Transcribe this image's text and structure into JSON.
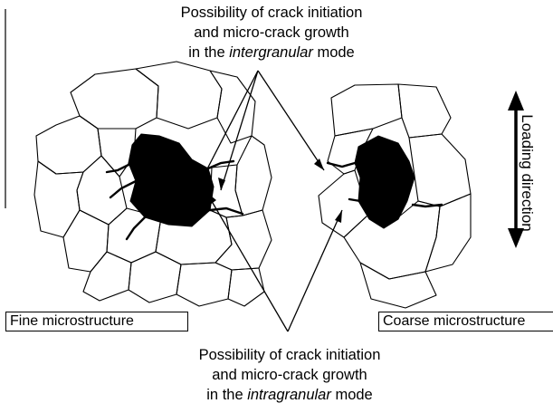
{
  "captions": {
    "intergranular": {
      "line1": "Possibility of crack initiation",
      "line2": "and micro-crack growth",
      "line3_prefix": "in the ",
      "line3_italic": "intergranular",
      "line3_suffix": " mode"
    },
    "intragranular": {
      "line1": "Possibility of crack initiation",
      "line2": "and micro-crack growth",
      "line3_prefix": "in the ",
      "line3_italic": "intragranular",
      "line3_suffix": " mode"
    }
  },
  "labels": {
    "fine": "Fine microstructure",
    "coarse": "Coarse microstructure",
    "loading": "Loading direction"
  },
  "colors": {
    "ink": "#000000",
    "background": "#ffffff"
  }
}
